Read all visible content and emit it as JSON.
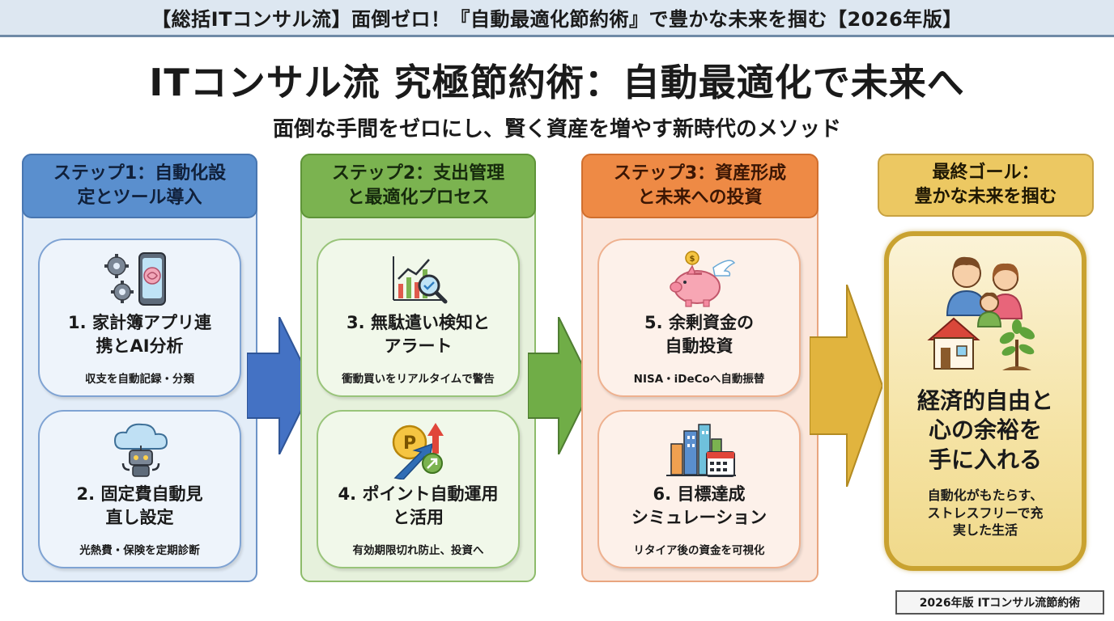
{
  "banner": "【総括ITコンサル流】面倒ゼロ！『自動最適化節約術』で豊かな未来を掴む【2026年版】",
  "title": "ITコンサル流 究極節約術：自動最適化で未来へ",
  "subtitle": "面倒な手間をゼロにし、賢く資産を増やす新時代のメソッド",
  "colors": {
    "step1": "#5a8fce",
    "step2": "#7bb350",
    "step3": "#ee8a45",
    "goal": "#ecc862"
  },
  "steps": [
    {
      "header": "ステップ1：自動化設\n定とツール導入",
      "cards": [
        {
          "icon": "gear-smartphone-ai-icon",
          "title": "1. 家計簿アプリ連\n携とAI分析",
          "desc": "収支を自動記録・分類"
        },
        {
          "icon": "cloud-robot-icon",
          "title": "2. 固定費自動見\n直し設定",
          "desc": "光熱費・保険を定期診断"
        }
      ]
    },
    {
      "header": "ステップ2：支出管理\nと最適化プロセス",
      "cards": [
        {
          "icon": "chart-magnifier-icon",
          "title": "3. 無駄遣い検知と\nアラート",
          "desc": "衝動買いをリアルタイムで警告"
        },
        {
          "icon": "point-coin-growth-icon",
          "title": "4. ポイント自動運用\nと活用",
          "desc": "有効期限切れ防止、投資へ"
        }
      ]
    },
    {
      "header": "ステップ3：資産形成\nと未来への投資",
      "cards": [
        {
          "icon": "flying-piggy-bank-icon",
          "title": "5. 余剰資金の\n自動投資",
          "desc": "NISA・iDeCoへ自動振替"
        },
        {
          "icon": "city-calendar-icon",
          "title": "6. 目標達成\nシミュレーション",
          "desc": "リタイア後の資金を可視化"
        }
      ]
    }
  ],
  "goal": {
    "header": "最終ゴール：\n豊かな未来を掴む",
    "icon": "family-house-tree-icon",
    "main": "経済的自由と\n心の余裕を\n手に入れる",
    "sub": "自動化がもたらす、\nストレスフリーで充\n実した生活"
  },
  "footer": "2026年版 ITコンサル流節約術"
}
